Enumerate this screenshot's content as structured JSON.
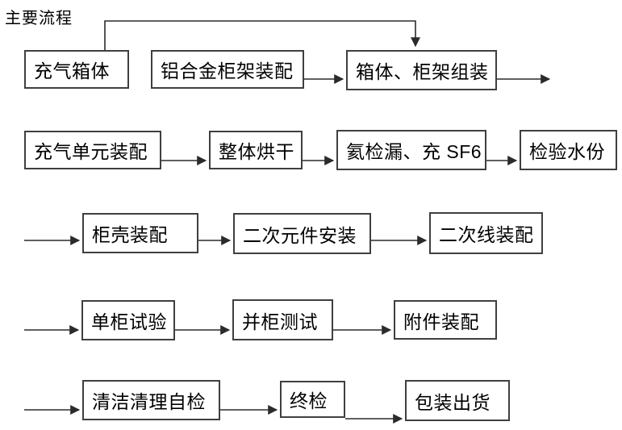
{
  "title": "主要流程",
  "colors": {
    "background": "#ffffff",
    "box_border": "#3f3f3f",
    "box_fill": "#ffffff",
    "connector": "#2b2b2b",
    "text": "#000000"
  },
  "nodes": {
    "a1": {
      "label": "充气箱体"
    },
    "a2": {
      "label": "铝合金柜架装配"
    },
    "a3": {
      "label": "箱体、柜架组装"
    },
    "b1": {
      "label": "充气单元装配"
    },
    "b2": {
      "label": "整体烘干"
    },
    "b3": {
      "label": "氦检漏、充 SF6"
    },
    "b4": {
      "label": "检验水份"
    },
    "c1": {
      "label": "柜壳装配"
    },
    "c2": {
      "label": "二次元件安装"
    },
    "c3": {
      "label": "二次线装配"
    },
    "d1": {
      "label": "单柜试验"
    },
    "d2": {
      "label": "并柜测试"
    },
    "d3": {
      "label": "附件装配"
    },
    "e1": {
      "label": "清洁清理自检"
    },
    "e2": {
      "label": "终检"
    },
    "e3": {
      "label": "包装出货"
    }
  },
  "edges": [
    {
      "from": "a1",
      "to": "a3",
      "route": "over-top"
    },
    {
      "from": "a2",
      "to": "a3"
    },
    {
      "from": "a3",
      "to": "off_page_right"
    },
    {
      "from": "b1",
      "to": "b2"
    },
    {
      "from": "b2",
      "to": "b3"
    },
    {
      "from": "b3",
      "to": "b4"
    },
    {
      "from": "off_page_left",
      "to": "c1"
    },
    {
      "from": "c1",
      "to": "c2"
    },
    {
      "from": "c2",
      "to": "c3"
    },
    {
      "from": "off_page_left",
      "to": "d1"
    },
    {
      "from": "d1",
      "to": "d2"
    },
    {
      "from": "d2",
      "to": "d3"
    },
    {
      "from": "off_page_left",
      "to": "e1"
    },
    {
      "from": "e1",
      "to": "e2"
    },
    {
      "from": "e2",
      "to": "e3"
    }
  ]
}
